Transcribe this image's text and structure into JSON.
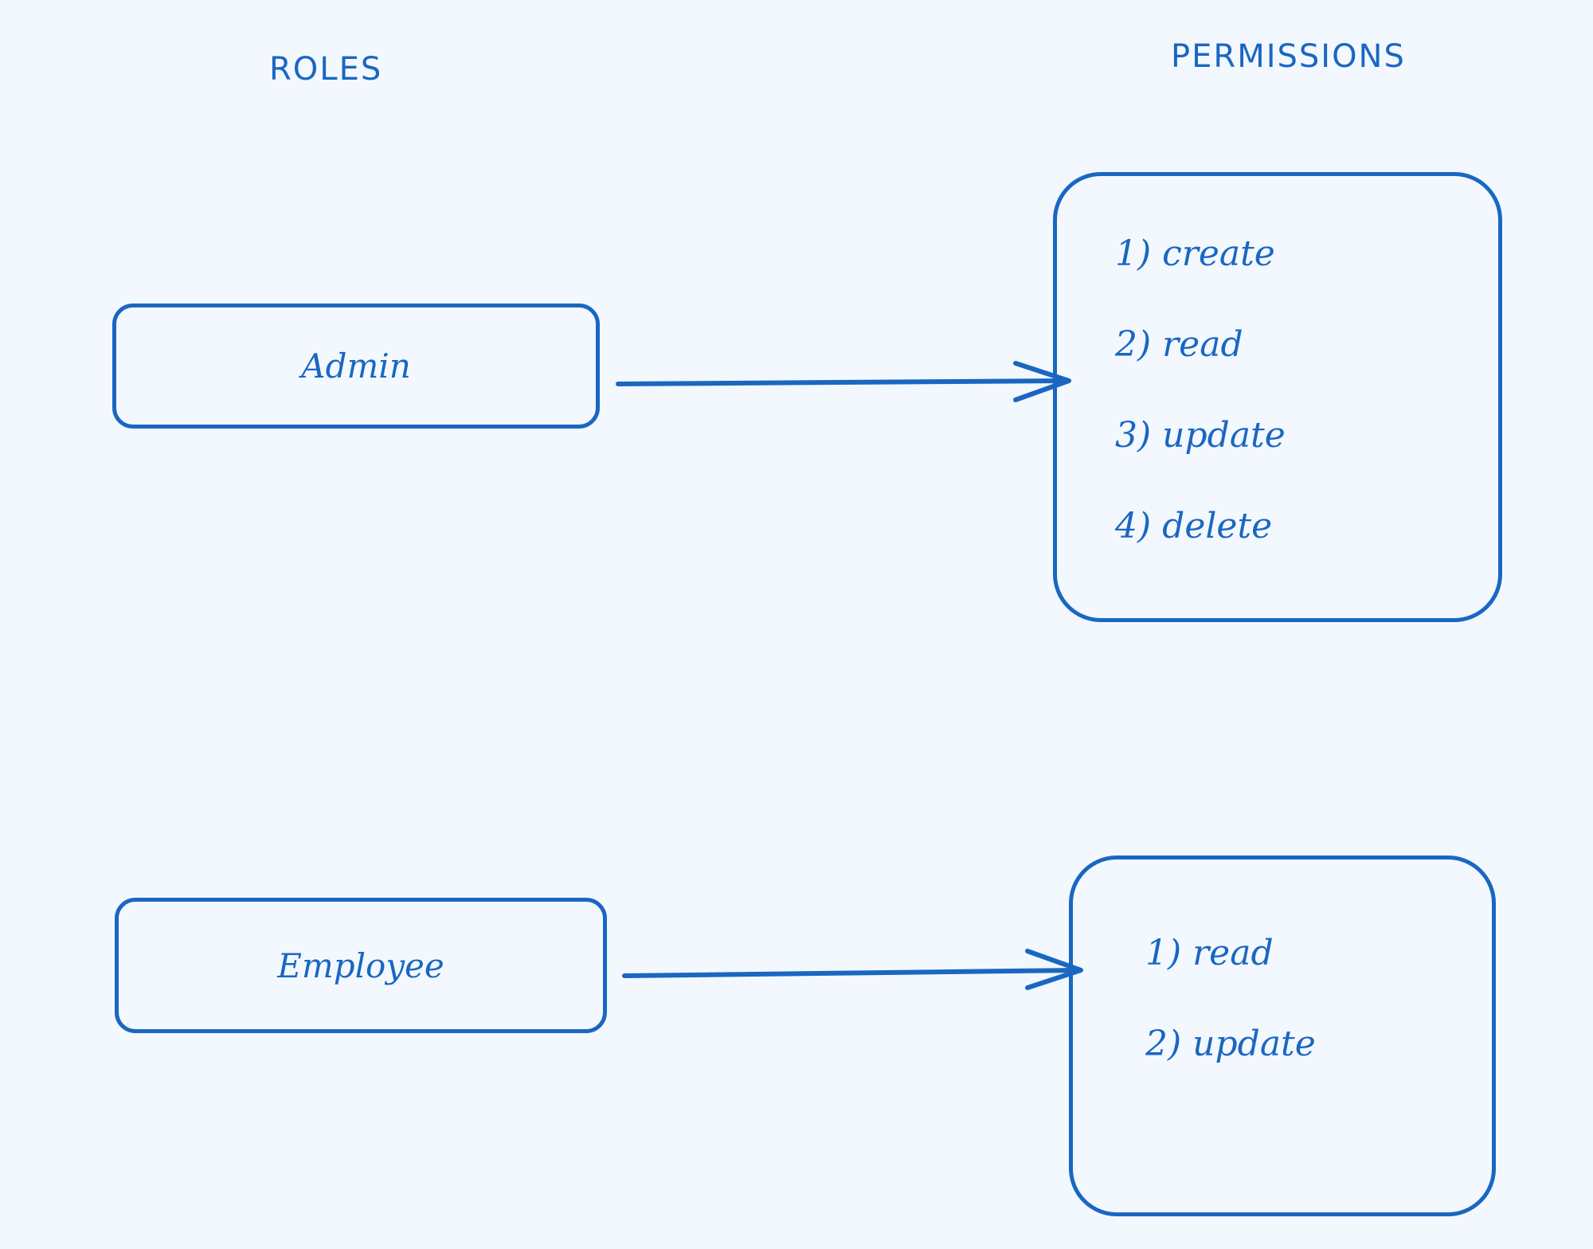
{
  "headings": {
    "roles": "ROLES",
    "permissions": "PERMISSIONS"
  },
  "roles": [
    {
      "name": "Admin",
      "permissions": [
        "1) create",
        "2) read",
        "3) update",
        "4) delete"
      ]
    },
    {
      "name": "Employee",
      "permissions": [
        "1) read",
        "2) update"
      ]
    }
  ],
  "colors": {
    "stroke": "#1a67c2",
    "background": "#f3f8fe"
  }
}
